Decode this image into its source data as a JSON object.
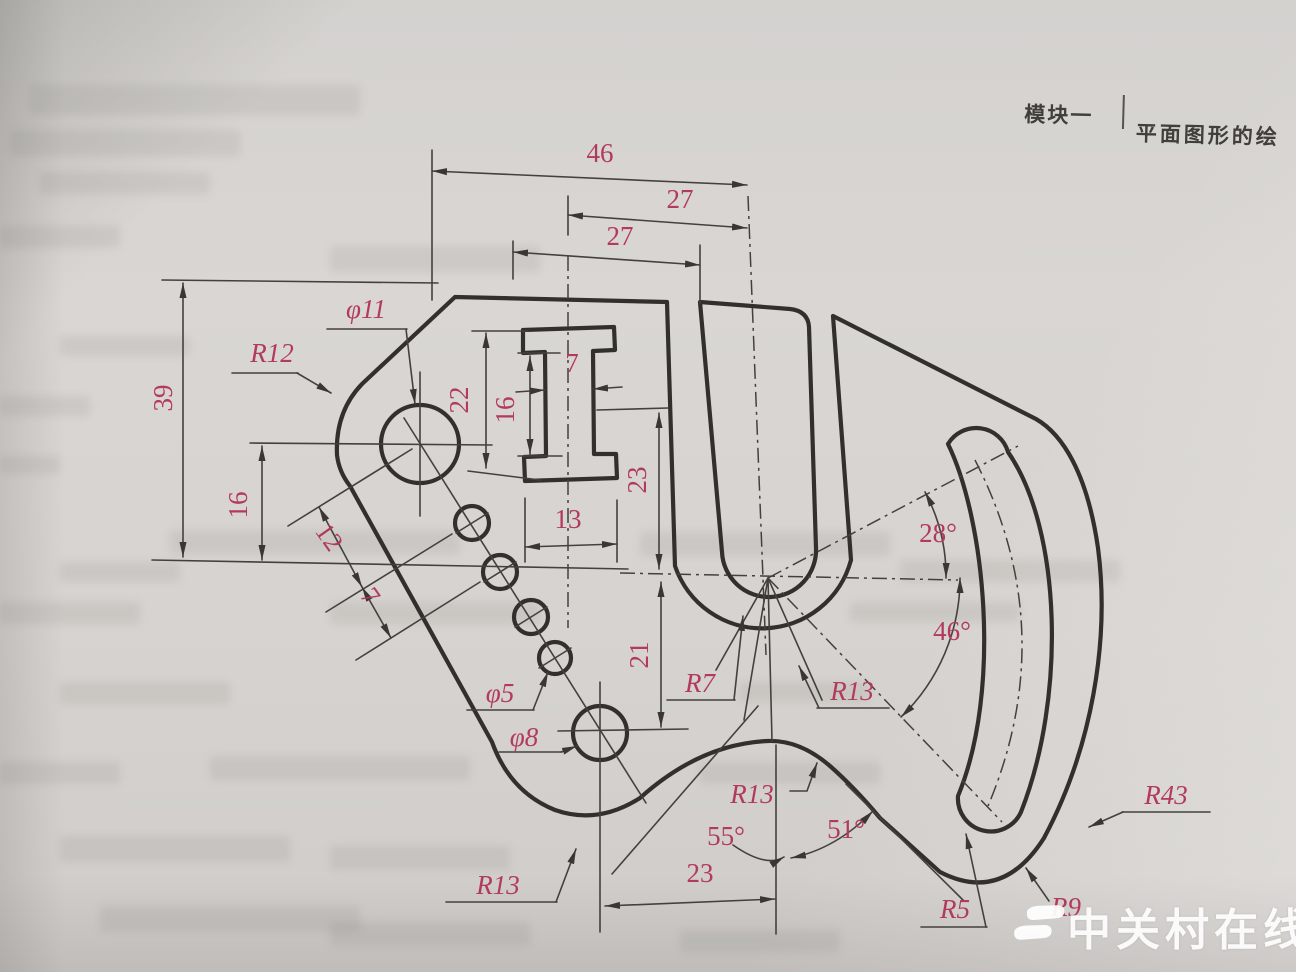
{
  "header": {
    "module_label": "模块一",
    "chapter_title": "平面图形的绘"
  },
  "watermark": {
    "text": "中关村在线"
  },
  "drawing": {
    "linear": {
      "total_width": "46",
      "upper_width": "27",
      "mid_width": "27",
      "left_height": "39",
      "left_offset": "16",
      "hole_offset": "12",
      "hole_pitch": "7",
      "slot_total_height": "22",
      "slot_inner_height": "16",
      "slot_web_width": "7",
      "slot_width": "13",
      "upper_vertical": "23",
      "lower_vertical": "21",
      "bottom_width": "23"
    },
    "angles": {
      "upper": "28°",
      "lower": "46°",
      "bottom_left": "55°",
      "bottom_right": "51°"
    },
    "radii": {
      "top_left": "R12",
      "u_inner": "R7",
      "u_outer": "R13",
      "bump": "R13",
      "bottom_left": "R13",
      "band": "R43",
      "cap_small": "R5",
      "corner": "R9"
    },
    "diameters": {
      "large_hole": "φ11",
      "small_holes": "φ5",
      "medium_hole": "φ8"
    }
  },
  "colors": {
    "paper": "#d7d4d1",
    "ink": "#32302c",
    "dimension_text": "#b23a5c"
  }
}
